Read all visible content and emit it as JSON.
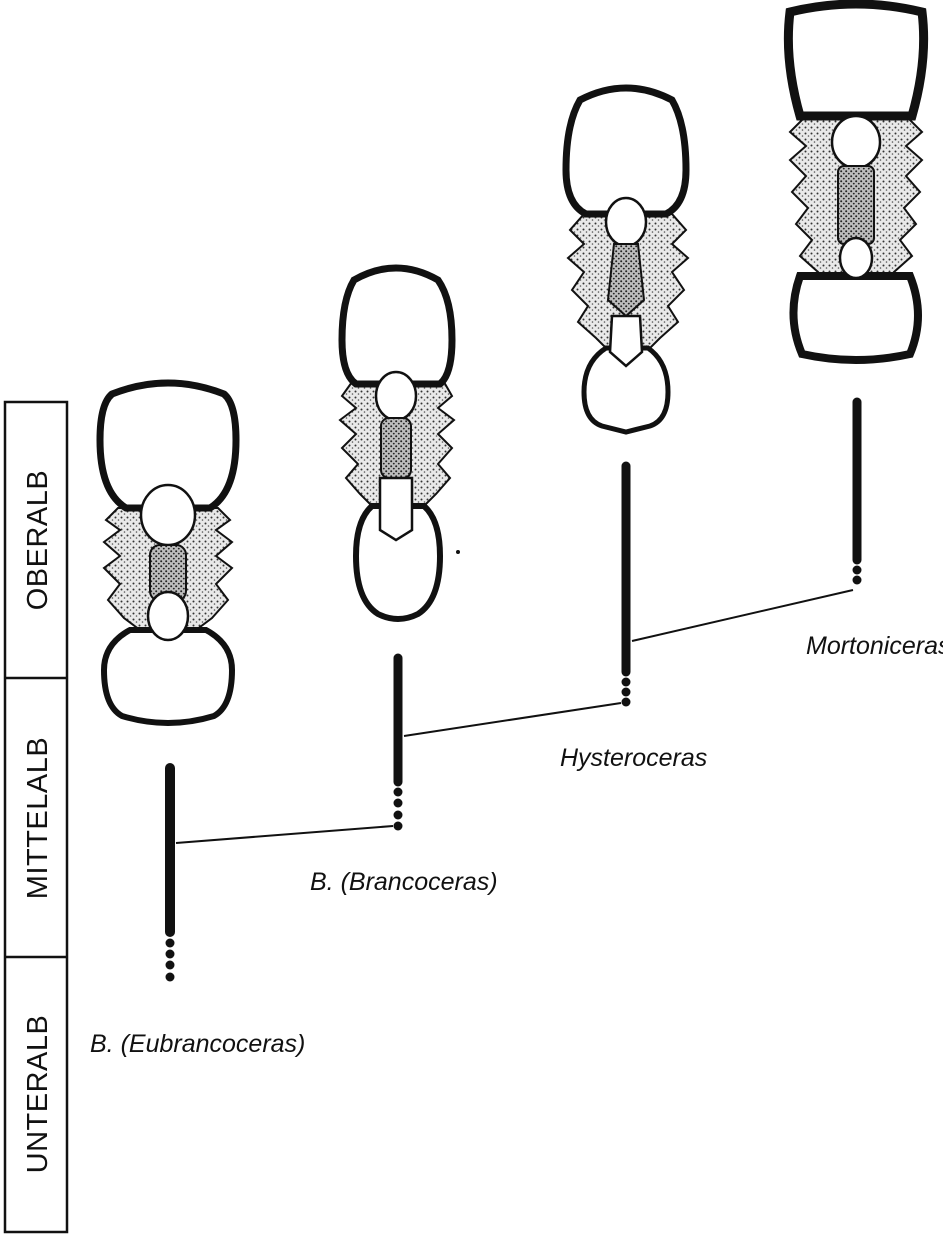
{
  "stages": [
    {
      "id": "oberalb",
      "label": "OBERALB"
    },
    {
      "id": "mittelalb",
      "label": "MITTELALB"
    },
    {
      "id": "unteralb",
      "label": "UNTERALB"
    }
  ],
  "taxa": [
    {
      "id": "eubrancoceras",
      "label": "B. (Eubrancoceras)"
    },
    {
      "id": "brancoceras",
      "label": "B. (Brancoceras)"
    },
    {
      "id": "hysteroceras",
      "label": "Hysteroceras"
    },
    {
      "id": "mortoniceras",
      "label": "Mortoniceras"
    }
  ],
  "colors": {
    "ink": "#111111",
    "shell_fill": "#ffffff",
    "stipple": "#c8c8c8"
  }
}
